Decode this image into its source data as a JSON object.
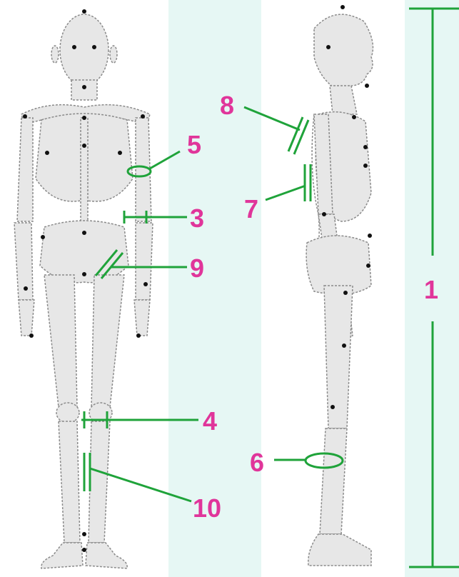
{
  "colors": {
    "page_background": "#ffffff",
    "panel_tint": "#e6f7f4",
    "bone_fill": "#e7e7e7",
    "bone_outline": "#8a8a8a",
    "landmark_dot": "#111111",
    "measure_line": "#1fa33a",
    "label_text": "#e0359a"
  },
  "figures": {
    "front": {
      "view": "anterior",
      "icon": "skeleton-front-icon"
    },
    "side": {
      "view": "lateral",
      "icon": "skeleton-side-icon"
    }
  },
  "labels": {
    "height": "1",
    "arm_length": "3",
    "knee": "4",
    "upper_arm": "5",
    "calf": "6",
    "back": "7",
    "shoulder": "8",
    "hip": "9",
    "shin": "10"
  }
}
